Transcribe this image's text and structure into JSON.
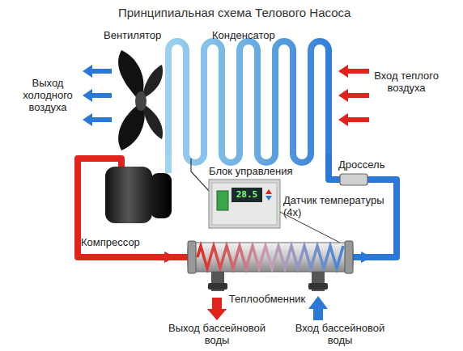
{
  "diagram": {
    "title": "Принципиальная схема Телового Насоса",
    "labels": [
      "Вентилятор",
      "Конденсатор",
      "Выход холодного воздуха",
      "Вход теплого воздуха",
      "Дроссель",
      "Блок управления",
      "28.5",
      "Датчик температуры (4x)",
      "Компрессор",
      "Теплообменник",
      "Выход бассейновой воды",
      "Вход бассейновой воды"
    ]
  }
}
